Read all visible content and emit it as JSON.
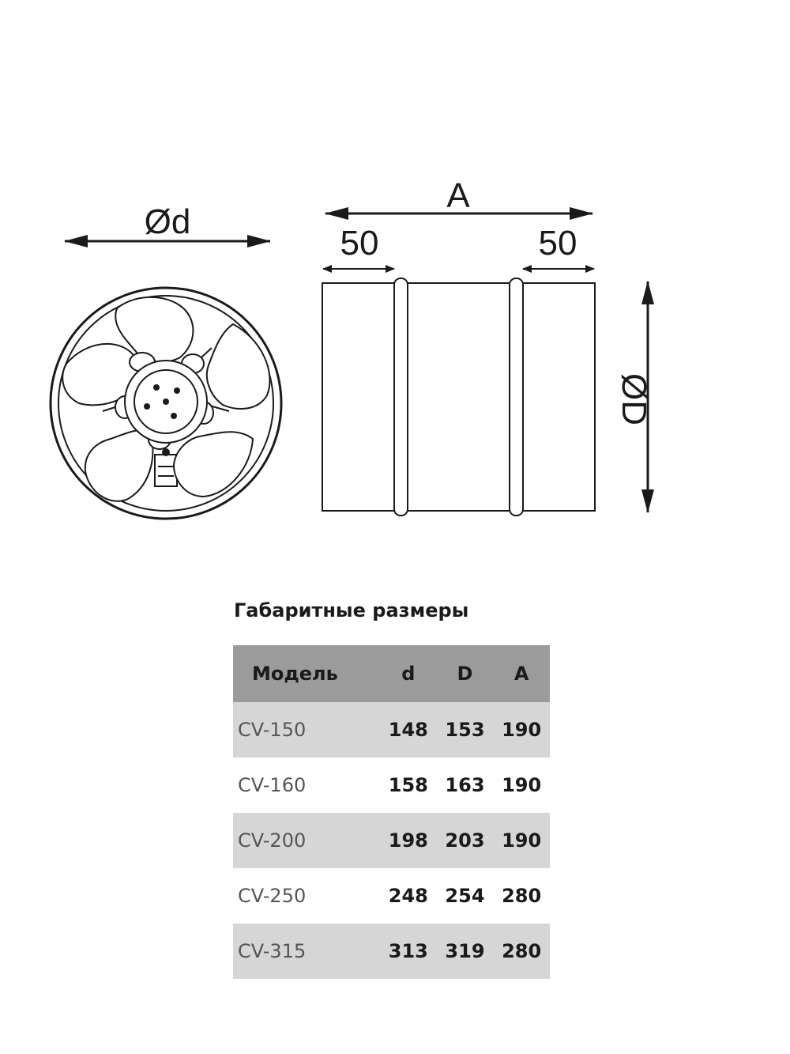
{
  "drawing": {
    "front_view": {
      "diameter_label": "Ød"
    },
    "side_view": {
      "length_label": "A",
      "left_offset_label": "50",
      "right_offset_label": "50",
      "diameter_label": "ØD"
    }
  },
  "table": {
    "title": "Габаритные размеры",
    "headers": {
      "model": "Модель",
      "d": "d",
      "D": "D",
      "A": "A"
    },
    "rows": [
      {
        "model": "CV-150",
        "d": "148",
        "D": "153",
        "A": "190"
      },
      {
        "model": "CV-160",
        "d": "158",
        "D": "163",
        "A": "190"
      },
      {
        "model": "CV-200",
        "d": "198",
        "D": "203",
        "A": "190"
      },
      {
        "model": "CV-250",
        "d": "248",
        "D": "254",
        "A": "280"
      },
      {
        "model": "CV-315",
        "d": "313",
        "D": "319",
        "A": "280"
      }
    ],
    "colors": {
      "header_bg": "#9b9b9b",
      "shaded_row_bg": "#d6d6d6"
    }
  }
}
